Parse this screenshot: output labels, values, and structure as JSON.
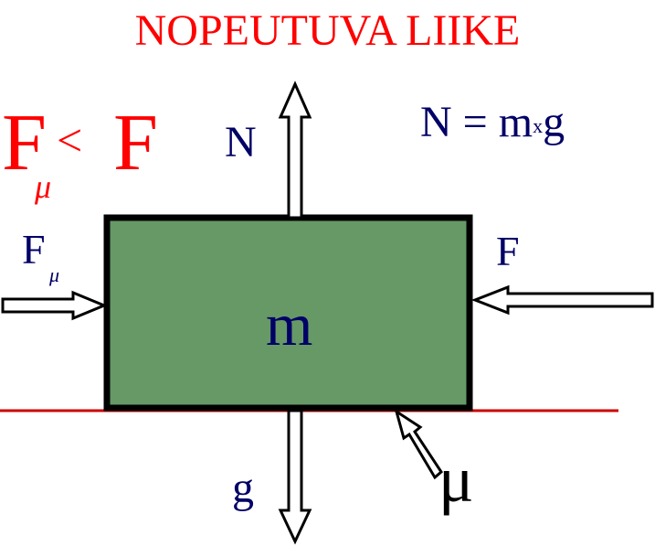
{
  "title": "NOPEUTUVA LIIKE",
  "inequality": {
    "left": "F",
    "left_sub": "μ",
    "operator": "<",
    "right": "F"
  },
  "formula": {
    "lhs": "N",
    "eq": "=",
    "m": "m",
    "times": "x",
    "g": "g"
  },
  "labels": {
    "normal_force": "N",
    "friction_force": "F",
    "friction_sub": "μ",
    "applied_force": "F",
    "mass": "m",
    "gravity": "g",
    "friction_coefficient": "μ"
  },
  "colors": {
    "title": "#ff0000",
    "inequality": "#ff0000",
    "labels": "#000066",
    "box_fill": "#669966",
    "box_border": "#000000",
    "ground": "#cc0000",
    "mu_label": "#000000"
  }
}
